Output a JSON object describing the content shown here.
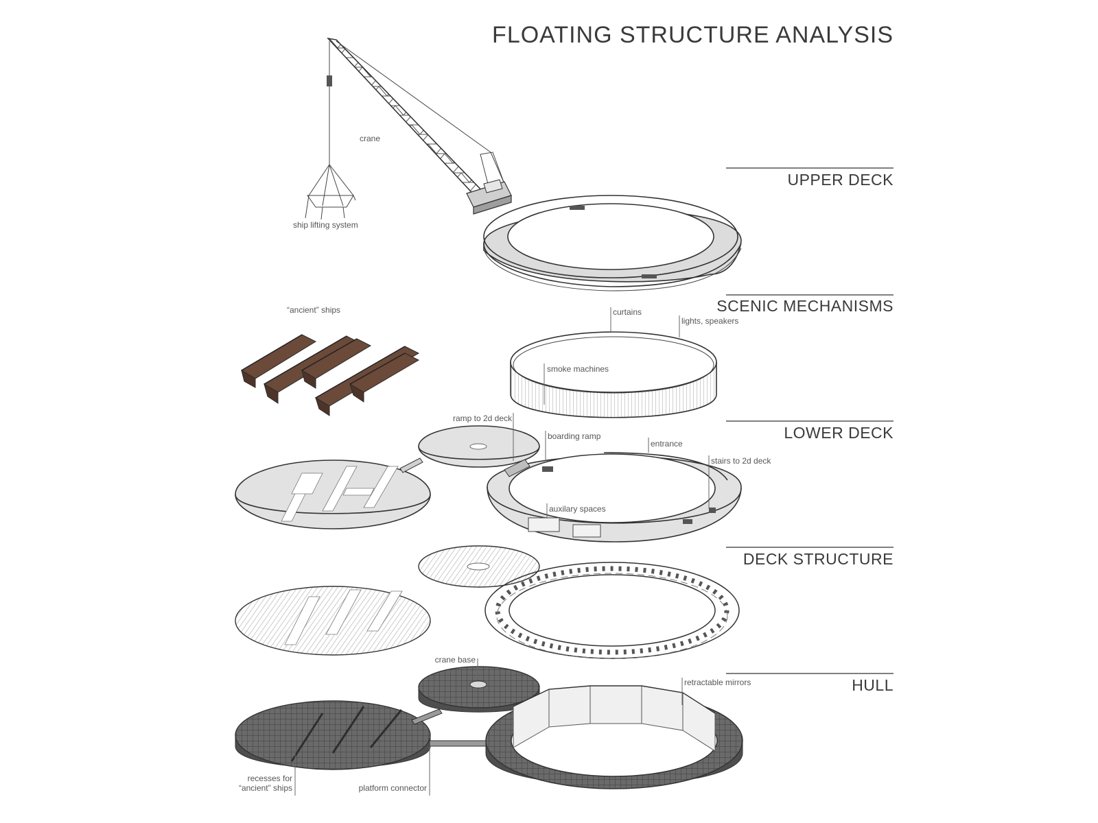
{
  "title": "FLOATING STRUCTURE ANALYSIS",
  "layers": {
    "upper_deck": "UPPER DECK",
    "scenic_mechanisms": "SCENIC MECHANISMS",
    "lower_deck": "LOWER DECK",
    "deck_structure": "DECK STRUCTURE",
    "hull": "HULL"
  },
  "labels": {
    "crane": "crane",
    "ship_lifting_system": "ship lifting system",
    "ancient_ships": "“ancient” ships",
    "curtains": "curtains",
    "lights_speakers": "lights, speakers",
    "smoke_machines": "smoke machines",
    "ramp_to_2d_deck": "ramp to 2d deck",
    "boarding_ramp": "boarding ramp",
    "entrance": "entrance",
    "stairs_to_2d_deck": "stairs to 2d deck",
    "auxilary_spaces": "auxilary spaces",
    "crane_base": "crane base",
    "retractable_mirrors": "retractable mirrors",
    "recesses_line1": "recesses for",
    "recesses_line2": "“ancient” ships",
    "platform_connector": "platform connector"
  },
  "colors": {
    "text": "#3a3a3a",
    "line": "#333333",
    "deck_fill": "#e2e2e2",
    "hull_fill": "#6d6d6d",
    "ship_fill": "#6b4a3a"
  }
}
